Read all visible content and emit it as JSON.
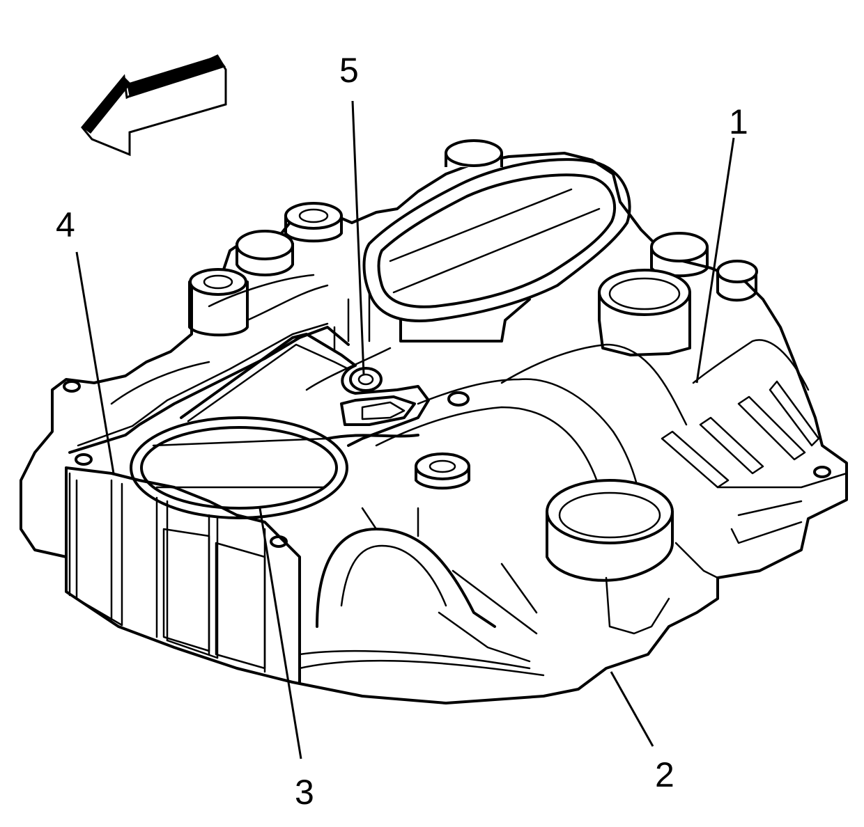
{
  "diagram": {
    "callouts": [
      {
        "id": "1",
        "label": "1"
      },
      {
        "id": "2",
        "label": "2"
      },
      {
        "id": "3",
        "label": "3"
      },
      {
        "id": "4",
        "label": "4"
      },
      {
        "id": "5",
        "label": "5"
      }
    ],
    "direction_arrow_icon": "front-direction-arrow-icon",
    "ink_color": "#000000",
    "paper_color": "#ffffff"
  }
}
